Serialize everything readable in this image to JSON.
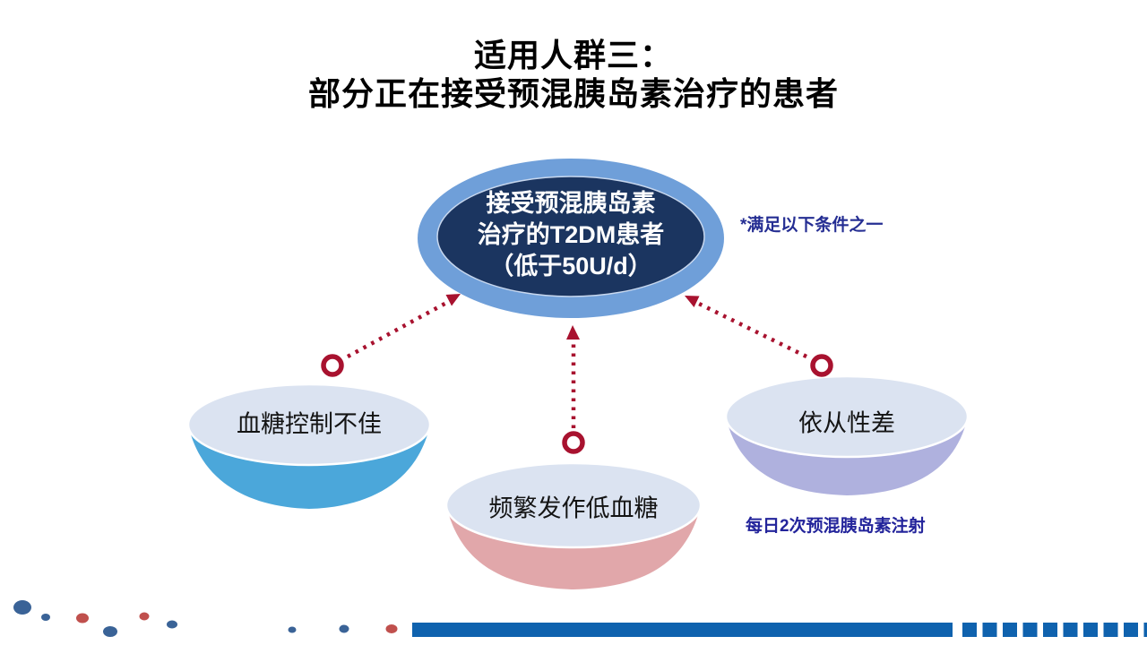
{
  "slide": {
    "title": {
      "line1": "适用人群三：",
      "line2": "部分正在接受预混胰岛素治疗的患者"
    },
    "center": {
      "line1": "接受预混胰岛素",
      "line2": "治疗的T2DM患者",
      "line3": "（低于50U/d）"
    },
    "annotation": "*满足以下条件之一",
    "bowls": [
      {
        "label": "血糖控制不佳",
        "color": "#4BA7DA"
      },
      {
        "label": "频繁发作低血糖",
        "color": "#E1A7AA"
      },
      {
        "label": "依从性差",
        "color": "#AFB1DE"
      }
    ],
    "note": "每日2次预混胰岛素注射",
    "colors": {
      "center_outer": "#6F9FD9",
      "center_inner": "#1B3560",
      "plate": "#DBE3F1",
      "arrow_red": "#A8122F",
      "footer_blue": "#0F62AE",
      "dot_blue": "#3A6397",
      "dot_red": "#C0504D",
      "annotation_text": "#252E93"
    }
  }
}
